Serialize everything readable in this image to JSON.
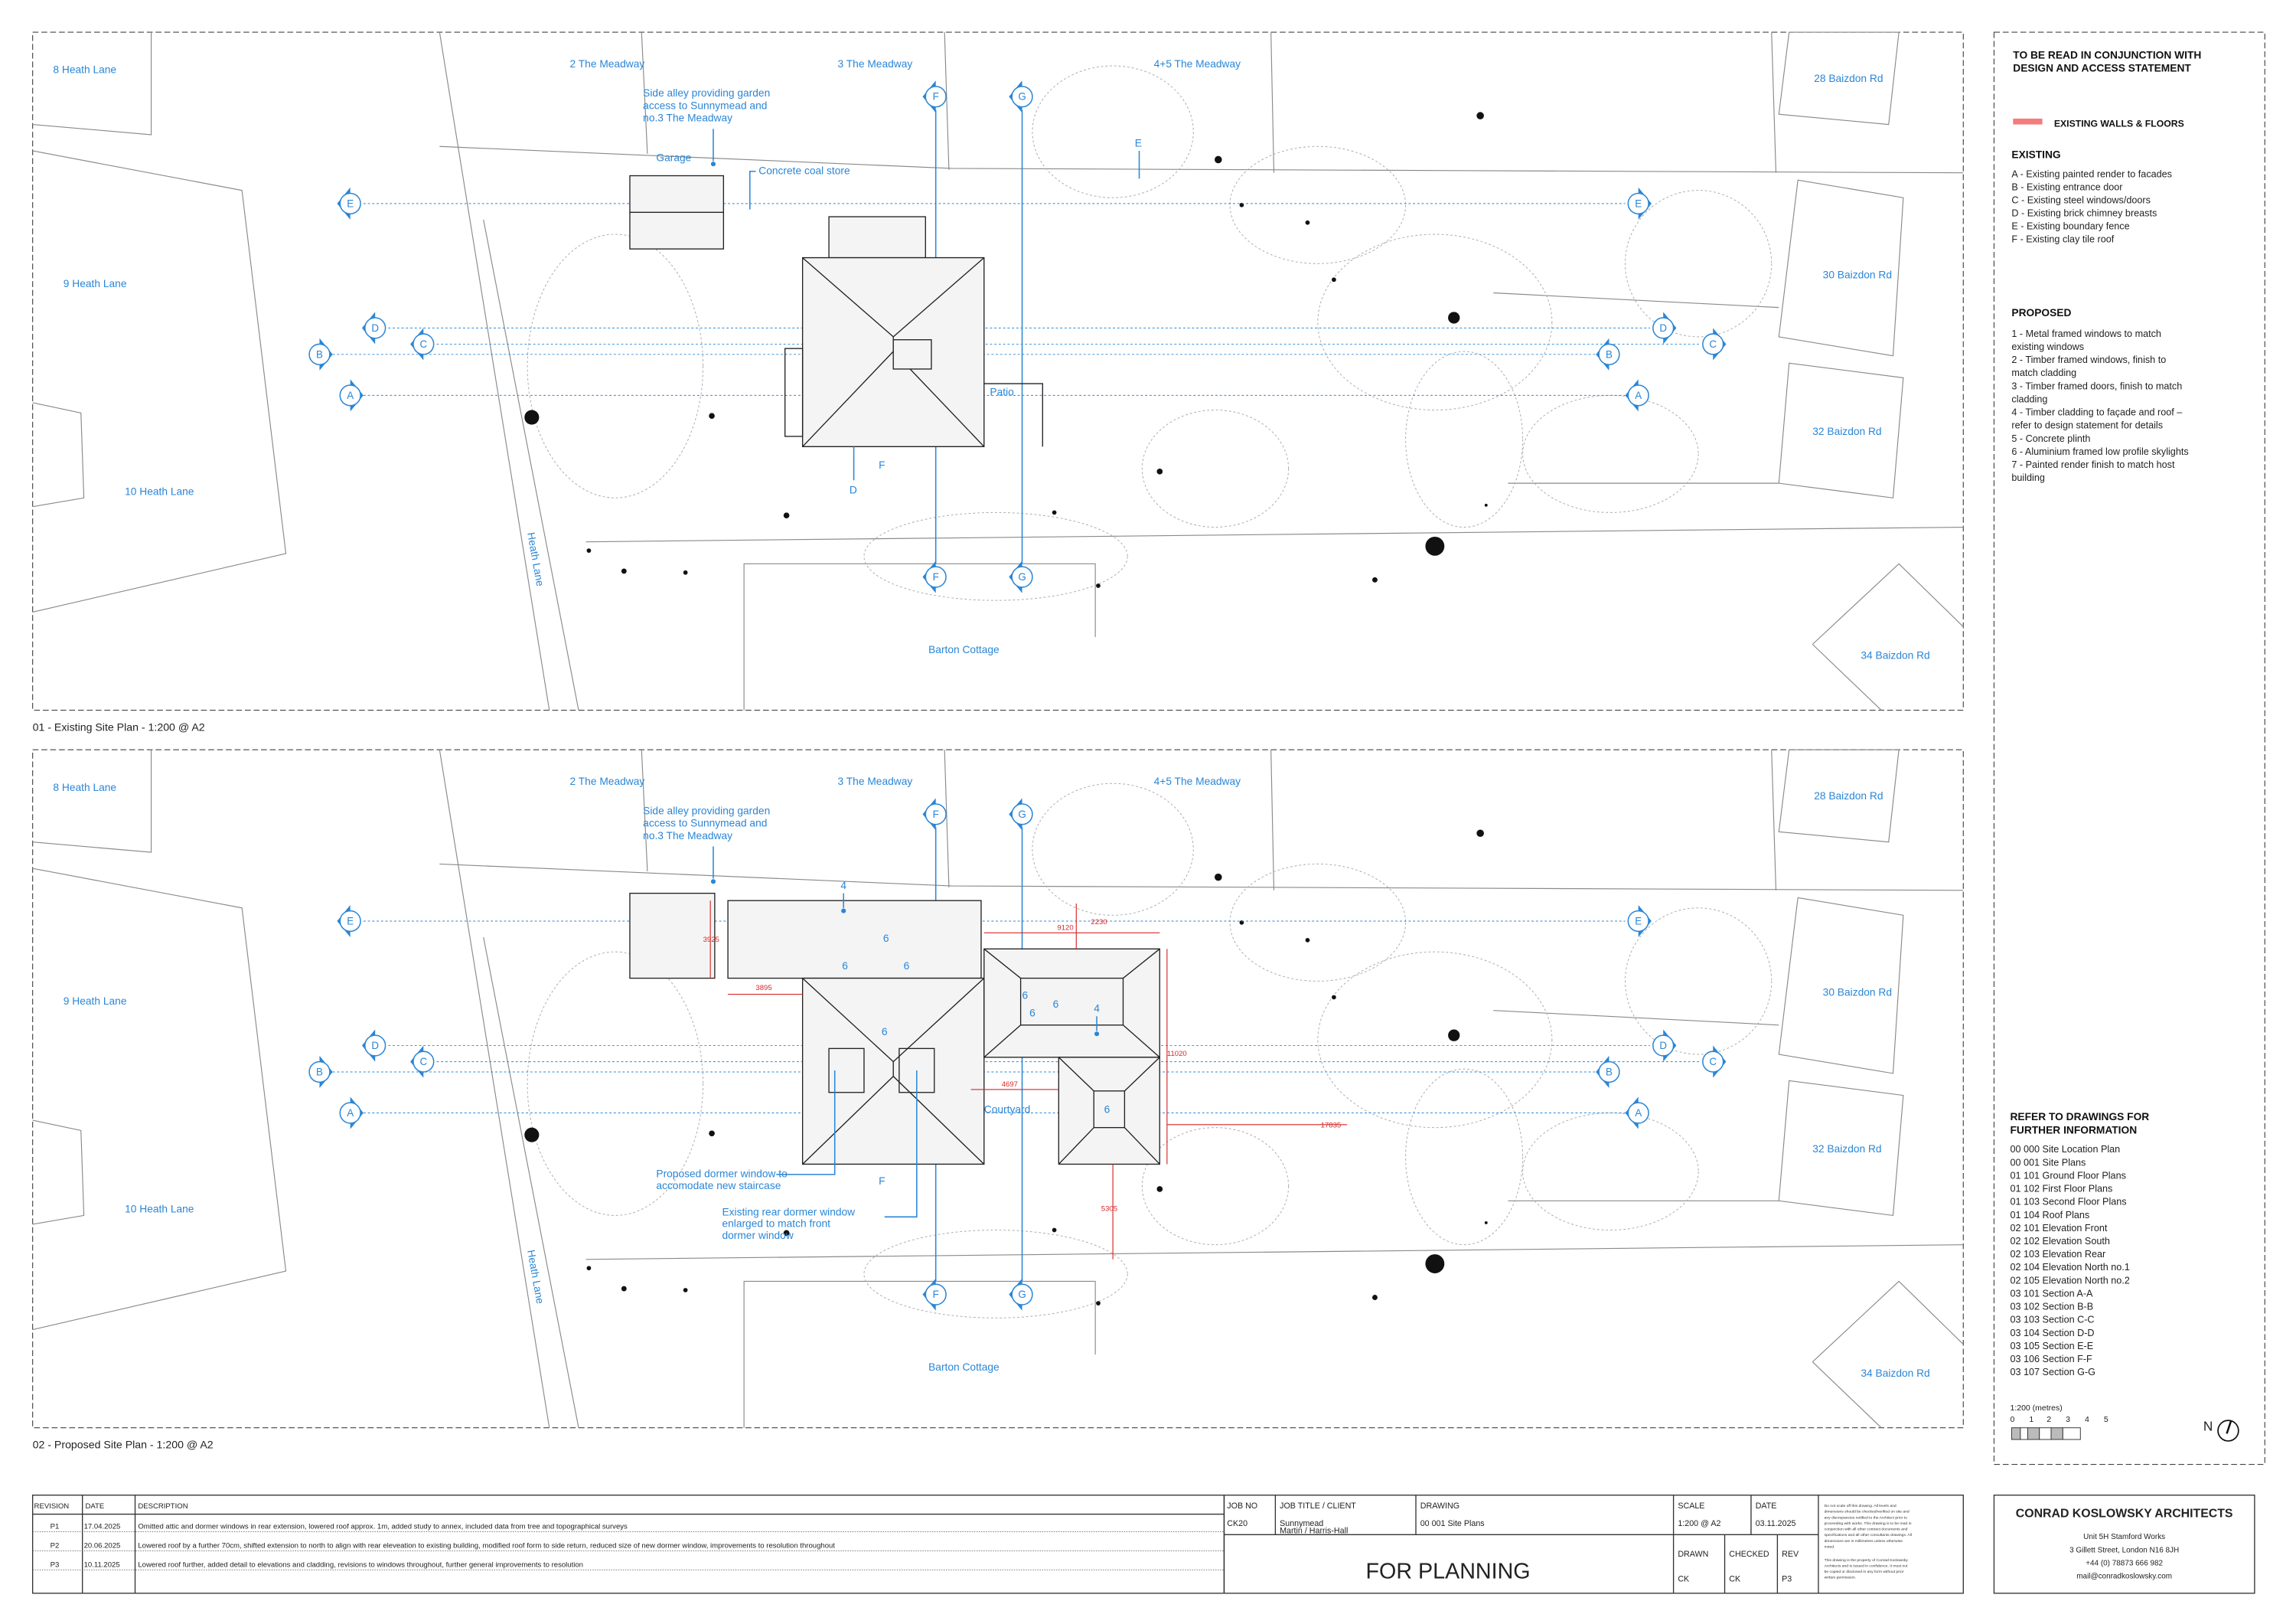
{
  "site_labels": {
    "heath8": "8 Heath Lane",
    "meadway2": "2 The Meadway",
    "meadway3": "3 The Meadway",
    "meadway45": "4+5 The Meadway",
    "baizdon28": "28 Baizdon Rd",
    "heath9": "9 Heath Lane",
    "baizdon30": "30 Baizdon Rd",
    "baizdon32": "32 Baizdon Rd",
    "heath10": "10 Heath Lane",
    "heath_lane": "Heath Lane",
    "barton": "Barton Cottage",
    "baizdon34": "34 Baizdon Rd",
    "side_alley": [
      "Side alley providing garden",
      "access to Sunnymead and",
      "no.3 The Meadway"
    ]
  },
  "section_markers": {
    "A": "A",
    "B": "B",
    "C": "C",
    "D": "D",
    "E": "E",
    "F": "F",
    "G": "G"
  },
  "existing_plan": {
    "caption": "01 - Existing Site Plan - 1:200 @ A2",
    "garage": "Garage",
    "coal_store": "Concrete coal store",
    "patio": "Patio",
    "tag_e": "E",
    "tag_d": "D",
    "tag_f": "F"
  },
  "proposed_plan": {
    "caption": "02 - Proposed Site Plan - 1:200 @ A2",
    "tag_4": "4",
    "tag_6": "6",
    "tag_f": "F",
    "courtyard": "Courtyard",
    "dormer_note": [
      "Proposed dormer window to",
      "accomodate new staircase"
    ],
    "rear_dormer_note": [
      "Existing rear dormer window",
      "enlarged to match front",
      "dormer window"
    ],
    "dimensions": {
      "d3925": "3925",
      "d3895": "3895",
      "d9120": "9120",
      "d2230": "2230",
      "d11020": "11020",
      "d4697": "4697",
      "d17835": "17835",
      "d5305": "5305"
    }
  },
  "notes_panel": {
    "heading": [
      "TO BE READ IN CONJUNCTION WITH",
      "DESIGN AND ACCESS STATEMENT"
    ],
    "legend_label": "EXISTING WALLS & FLOORS",
    "legend_color": "#f47c7c",
    "existing_title": "EXISTING",
    "existing_items": [
      "A - Existing painted render to facades",
      "B - Existing entrance door",
      "C - Existing steel windows/doors",
      "D - Existing brick chimney breasts",
      "E - Existing boundary fence",
      "F - Existing clay tile roof"
    ],
    "proposed_title": "PROPOSED",
    "proposed_items": [
      "1 - Metal framed windows to match",
      "existing windows",
      "2 - Timber framed windows, finish to",
      "match cladding",
      "3 - Timber framed doors, finish to match",
      "cladding",
      "4 - Timber cladding to façade and roof –",
      "refer to design statement for details",
      "5 - Concrete plinth",
      "6 - Aluminium framed low profile skylights",
      "7 - Painted render finish to match host",
      "building"
    ],
    "refer_title": [
      "REFER TO DRAWINGS FOR",
      "FURTHER INFORMATION"
    ],
    "drawings": [
      "00 000 Site Location Plan",
      "00 001 Site Plans",
      "01 101 Ground Floor Plans",
      "01 102 First Floor Plans",
      "01 103 Second Floor Plans",
      "01 104 Roof Plans",
      "02 101 Elevation Front",
      "02 102 Elevation South",
      "02 103 Elevation Rear",
      "02 104 Elevation North no.1",
      "02 105 Elevation North no.2",
      "03 101 Section A-A",
      "03 102 Section B-B",
      "03 103 Section C-C",
      "03 104 Section D-D",
      "03 105 Section E-E",
      "03 106 Section F-F",
      "03 107 Section G-G"
    ],
    "scale_label": "1:200 (metres)",
    "scale_ticks": [
      "0",
      "1",
      "2",
      "3",
      "4",
      "5"
    ],
    "north": "N"
  },
  "revisions": {
    "headers": [
      "REVISION",
      "DATE",
      "DESCRIPTION"
    ],
    "rows": [
      {
        "rev": "P1",
        "date": "17.04.2025",
        "desc": "Omitted attic and dormer windows in rear extension, lowered roof approx. 1m, added study to annex, included data from tree and topographical surveys"
      },
      {
        "rev": "P2",
        "date": "20.06.2025",
        "desc": "Lowered roof by a further 70cm, shifted extension to north to align with rear eleveation to existing building, modified roof form to side return, reduced size of new dormer window, improvements to resolution throughout"
      },
      {
        "rev": "P3",
        "date": "10.11.2025",
        "desc": "Lowered roof further, added detail to elevations and cladding, revisions to windows throughout, further general improvements to resolution"
      }
    ]
  },
  "title_block": {
    "job_no_label": "JOB NO",
    "job_no": "CK20",
    "job_title_label": "JOB TITLE / CLIENT",
    "job_title": "Sunnymead",
    "client": "Martin / Harris-Hall",
    "drawing_label": "DRAWING",
    "drawing": "00 001 Site Plans",
    "scale_label": "SCALE",
    "scale": "1:200 @ A2",
    "date_label": "DATE",
    "date": "03.11.2025",
    "status": "FOR PLANNING",
    "drawn_label": "DRAWN",
    "drawn": "CK",
    "checked_label": "CHECKED",
    "checked": "CK",
    "rev_label": "REV",
    "rev": "P3",
    "disclaimer": [
      "Do not scale off this drawing. All levels and",
      "dimensions should be checked/verified on site and",
      "any discrepancies notified to the Architect prior to",
      "proceeding with works. This drawing is to be read in",
      "conjunction with all other contract documents and",
      "specifications and all other consultants drawings. All",
      "dimensions are in millimetres unless otherwise",
      "noted."
    ],
    "copyright": [
      "This drawing is the property of Conrad Koslowsky",
      "Architects and is issued in confidence. It must not",
      "be copied or disclosed in any form without prior",
      "written permission."
    ]
  },
  "architect": {
    "name": "CONRAD KOSLOWSKY ARCHITECTS",
    "address": [
      "Unit 5H Stamford Works",
      "3 Gillett Street, London N16 8JH",
      "+44 (0) 78873 666 982",
      "mail@conradkoslowsky.com"
    ]
  }
}
